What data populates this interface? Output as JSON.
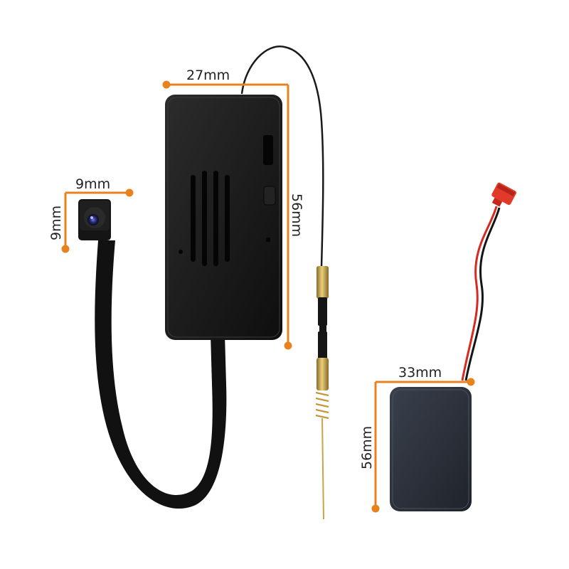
{
  "colors": {
    "dimension_line": "#e8821e",
    "device_body": "#1a1a1a",
    "battery_body": "#2a2f3a",
    "wire_red": "#d62a20",
    "brass": "#c9a44a"
  },
  "labels": {
    "device_width": "27mm",
    "device_height": "56mm",
    "camera_width": "9mm",
    "camera_height": "9mm",
    "battery_width": "33mm",
    "battery_height": "56mm"
  }
}
